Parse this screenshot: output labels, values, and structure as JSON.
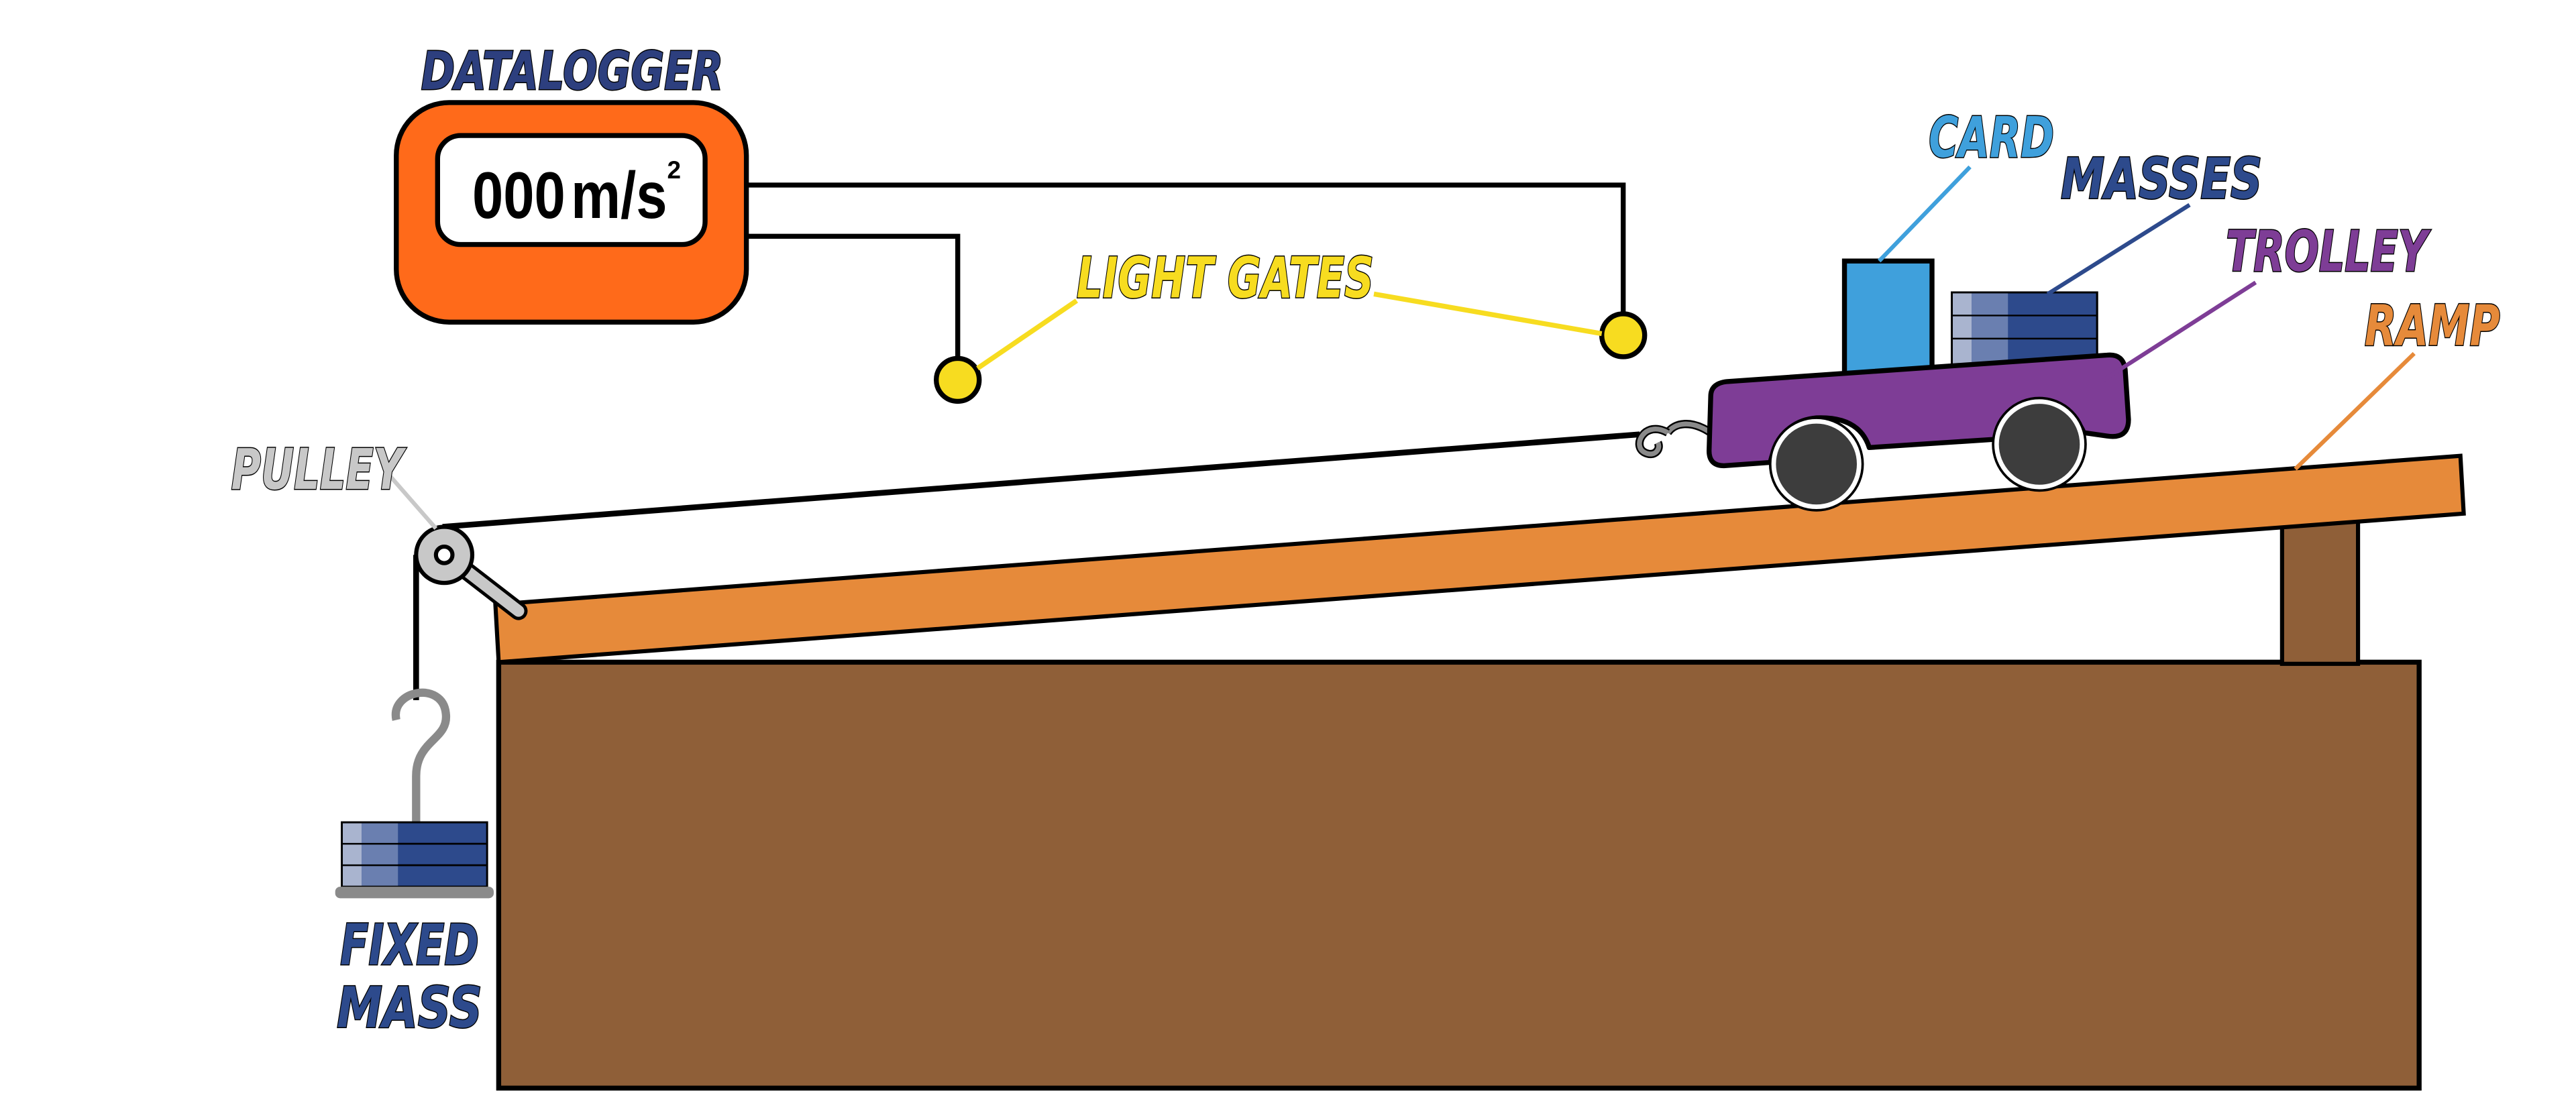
{
  "labels": {
    "datalogger": "DATALOGGER",
    "readout_value": "000",
    "readout_unit": "m/s",
    "readout_exp": "2",
    "light_gates": "LIGHT GATES",
    "card": "CARD",
    "masses": "MASSES",
    "trolley": "TROLLEY",
    "ramp": "RAMP",
    "pulley": "PULLEY",
    "fixed_mass_line1": "FIXED",
    "fixed_mass_line2": "MASS"
  },
  "colors": {
    "datalogger": "#ff6a1a",
    "datalogger_label": "#2d3f7e",
    "light_gates": "#f7dc20",
    "card": "#3fa0dc",
    "masses": "#2d4a8c",
    "trolley": "#7e3d96",
    "ramp": "#e68a3a",
    "table": "#8f5f38",
    "pulley": "#c8c8c8",
    "fixed_mass": "#2d4a8c"
  }
}
